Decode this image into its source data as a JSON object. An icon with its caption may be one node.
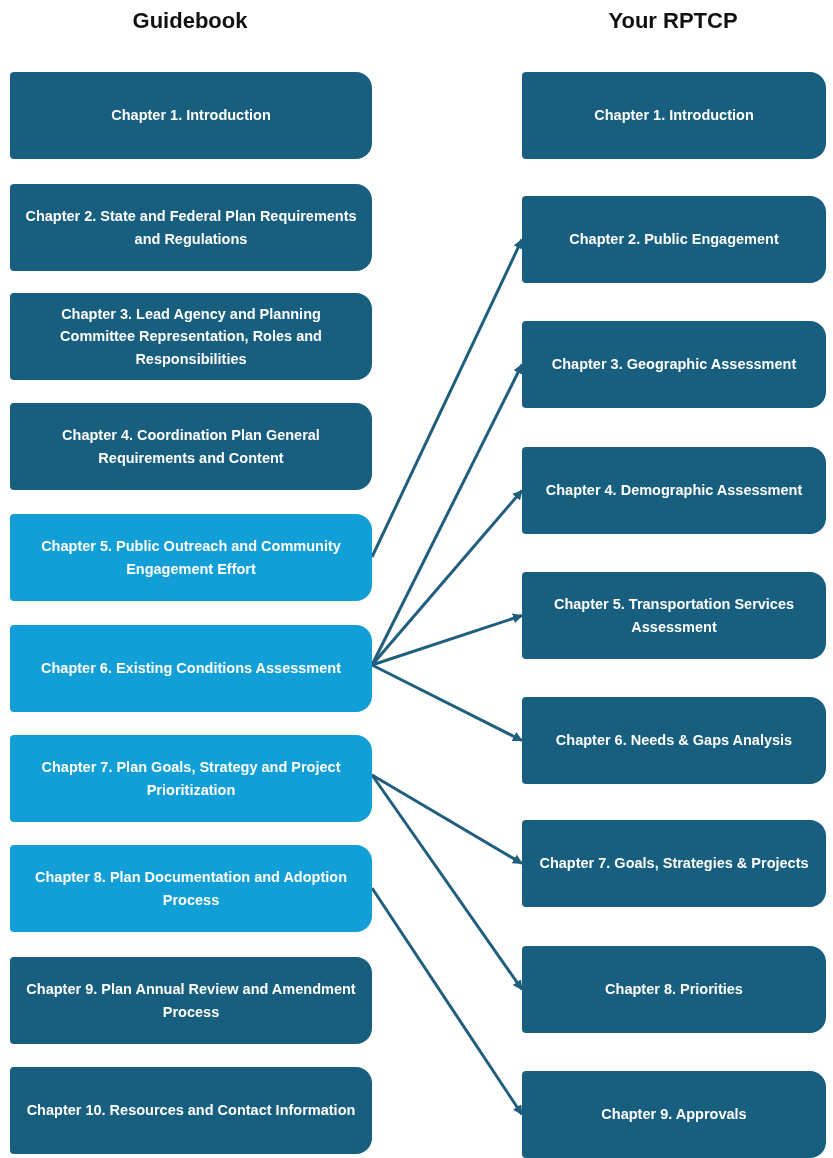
{
  "diagram": {
    "nodes": [
      {
        "text": [
          "Chapter 1. Introduction"
        ]
      },
      {
        "text": [
          "Chapter 2. State and Federal Plan Requirements and Regulations"
        ]
      },
      {
        "text": [
          "Chapter 3. Lead Agency and Planning Committee Representation, Roles and Responsibilities"
        ]
      },
      {
        "text": [
          "Chapter 4. Coordination Plan General Requirements and Content"
        ]
      },
      {
        "text": [
          "Chapter 5. Public Outreach and Community Engagement Effort"
        ]
      },
      {
        "text": [
          "Chapter 6. Existing Conditions Assessment"
        ]
      },
      {
        "text": [
          "Chapter 7. Plan Goals, Strategy and Project Prioritization"
        ]
      },
      {
        "text": [
          "Chapter 8. Plan Documentation and Adoption Process"
        ]
      },
      {
        "text": [
          "Chapter 9. Plan Annual Review and Amendment Process"
        ]
      },
      {
        "text": [
          "Chapter 10. Resources and Contact Information"
        ]
      },
      {
        "text": [
          "Chapter 1. Introduction"
        ]
      },
      {
        "text": [
          "Chapter 2. Public Engagement"
        ]
      },
      {
        "text": [
          "Chapter 3. Geographic Assessment"
        ]
      },
      {
        "text": [
          "Chapter 4. Demographic Assessment"
        ]
      },
      {
        "text": [
          "Chapter 5. Transportation Services Assessment"
        ]
      },
      {
        "text": [
          "Chapter 6. Needs & Gaps Analysis"
        ]
      },
      {
        "text": [
          "Chapter 7. Goals, Strategies & Projects"
        ]
      },
      {
        "text": [
          "Chapter 8. Priorities"
        ]
      },
      {
        "text": [
          "Chapter 9. Approvals"
        ]
      }
    ],
    "edges": [
      {
        "from": 4,
        "to": 11,
        "arrow": "to"
      },
      {
        "from": 5,
        "to": 12,
        "arrow": "to"
      },
      {
        "from": 5,
        "to": 13,
        "arrow": "to"
      },
      {
        "from": 5,
        "to": 14,
        "arrow": "to"
      },
      {
        "from": 5,
        "to": 15,
        "arrow": "to"
      },
      {
        "from": 6,
        "to": 16,
        "arrow": "to"
      },
      {
        "from": 6,
        "to": 17,
        "arrow": "to"
      },
      {
        "from": 7,
        "to": 18,
        "arrow": "to"
      }
    ],
    "labels": [
      "Guidebook",
      "Your RPTCP"
    ]
  }
}
